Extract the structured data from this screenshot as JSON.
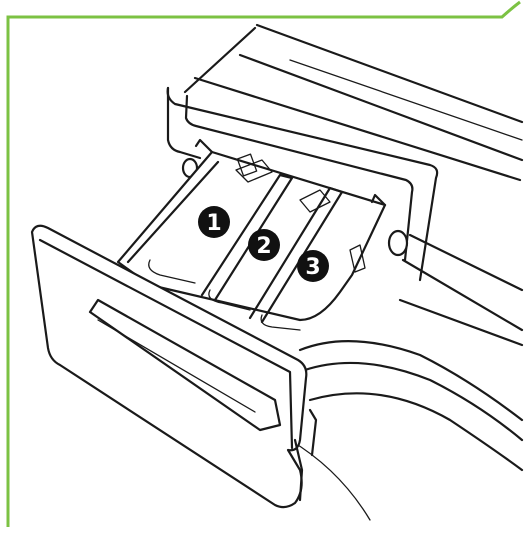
{
  "frame": {
    "border_color": "#7cc243"
  },
  "compartments": [
    {
      "label": "1"
    },
    {
      "label": "2"
    },
    {
      "label": "3"
    }
  ]
}
